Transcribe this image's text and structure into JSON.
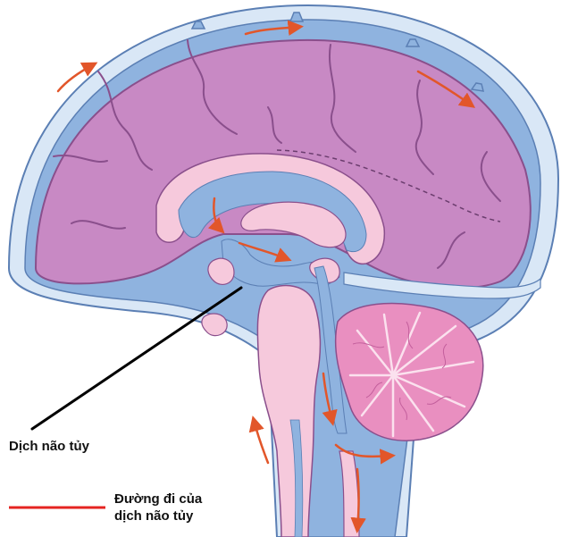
{
  "labels": {
    "csf": "Dịch não tủy",
    "csf_path_line1": "Đường đi của",
    "csf_path_line2": "dịch não tủy"
  },
  "colors": {
    "csf_blue": "#8fb3df",
    "outer_membrane": "#d9e7f6",
    "brain_pink": "#c889c4",
    "brain_outline": "#8a4f8c",
    "structure_light_pink": "#f6c9dc",
    "cerebellum_pink": "#e98fc0",
    "flow_arrow_red": "#e2562a",
    "legend_line_red": "#e52421",
    "pointer_line": "#000000"
  },
  "icons": {
    "flow_arrows": "orange-red-arrow",
    "legend_line": "red-line"
  }
}
